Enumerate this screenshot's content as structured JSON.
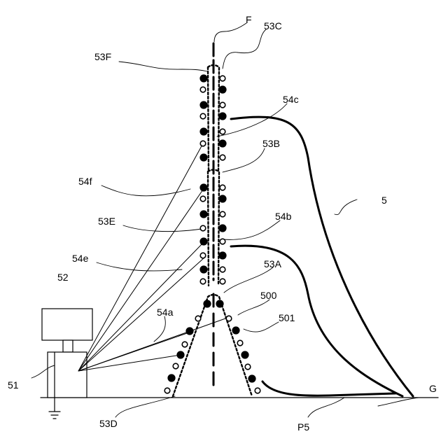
{
  "labels": {
    "F": "F",
    "l53C": "53C",
    "l53F": "53F",
    "l54c": "54c",
    "l53B": "53B",
    "l54f": "54f",
    "l5": "5",
    "l53E": "53E",
    "l54b": "54b",
    "l54e": "54e",
    "l53A": "53A",
    "l52": "52",
    "l500": "500",
    "l54a": "54a",
    "l501": "501",
    "l51": "51",
    "lG": "G",
    "l53D": "53D",
    "lP5": "P5"
  }
}
